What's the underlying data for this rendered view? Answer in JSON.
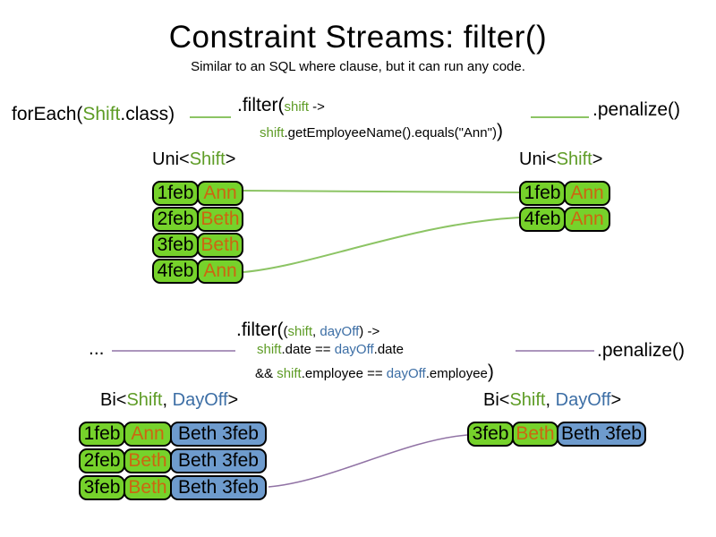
{
  "title": "Constraint Streams: filter()",
  "subtitle": "Similar to an SQL where clause, but it can run any code.",
  "colors": {
    "green_text": "#5e9c26",
    "green_fill": "#76d22b",
    "blue_text": "#3c6ea5",
    "blue_fill": "#6e9bcd",
    "orange_text": "#cc6611",
    "line_green": "#8cc464",
    "line_purple": "#9173a5"
  },
  "code_top": {
    "foreach": {
      "pre": "forEach(",
      "cls": "Shift",
      "post": ".class)"
    },
    "filter_head": {
      "fn": ".filter(",
      "param": "shift",
      "arrow": " ->"
    },
    "filter_body": {
      "var": "shift",
      "call": ".getEmployeeName().equals(\"Ann\")",
      "close": ")"
    },
    "penalize": ".penalize()"
  },
  "code_bottom": {
    "ellipsis": "...",
    "filter_head": {
      "fn": ".filter(",
      "open": "(",
      "p1": "shift",
      "comma": ", ",
      "p2": "dayOff",
      "close": ")",
      "arrow": " ->"
    },
    "line2": {
      "v1": "shift",
      "m1": ".date == ",
      "v2": "dayOff",
      "m2": ".date"
    },
    "line3": {
      "amp": "&& ",
      "v1": "shift",
      "m1": ".employee == ",
      "v2": "dayOff",
      "m2": ".employee",
      "close": ")"
    },
    "penalize": ".penalize()"
  },
  "uni_left": {
    "header": {
      "pre": "Uni<",
      "t1": "Shift",
      "post": ">"
    },
    "rows": [
      {
        "date": "1feb",
        "name": "Ann"
      },
      {
        "date": "2feb",
        "name": "Beth"
      },
      {
        "date": "3feb",
        "name": "Beth"
      },
      {
        "date": "4feb",
        "name": "Ann"
      }
    ]
  },
  "uni_right": {
    "header": {
      "pre": "Uni<",
      "t1": "Shift",
      "post": ">"
    },
    "rows": [
      {
        "date": "1feb",
        "name": "Ann"
      },
      {
        "date": "4feb",
        "name": "Ann"
      }
    ]
  },
  "bi_left": {
    "header": {
      "pre": "Bi<",
      "t1": "Shift",
      "comma": ", ",
      "t2": "DayOff",
      "post": ">"
    },
    "rows": [
      {
        "date": "1feb",
        "name": "Ann",
        "dayoff": "Beth 3feb"
      },
      {
        "date": "2feb",
        "name": "Beth",
        "dayoff": "Beth 3feb"
      },
      {
        "date": "3feb",
        "name": "Beth",
        "dayoff": "Beth 3feb"
      }
    ]
  },
  "bi_right": {
    "header": {
      "pre": "Bi<",
      "t1": "Shift",
      "comma": ", ",
      "t2": "DayOff",
      "post": ">"
    },
    "rows": [
      {
        "date": "3feb",
        "name": "Beth",
        "dayoff": "Beth 3feb"
      }
    ]
  }
}
